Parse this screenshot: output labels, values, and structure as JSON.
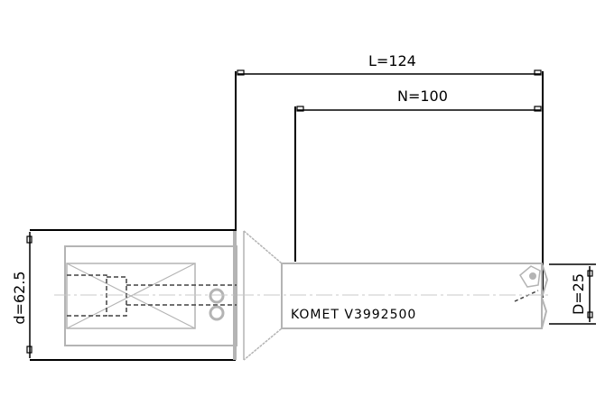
{
  "drawing": {
    "type": "technical-drawing",
    "subject": "indexable drill with cylindrical shank",
    "engraving": "KOMET V3992500",
    "dimensions": {
      "overall_length": {
        "label": "L=124",
        "value": 124
      },
      "usable_length": {
        "label": "N=100",
        "value": 100
      },
      "shank_diameter": {
        "label": "d=62.5",
        "value": 62.5
      },
      "drill_diameter": {
        "label": "D=25",
        "value": 25
      }
    },
    "colors": {
      "outline": "#000000",
      "body": "#b4b4b4",
      "hidden_lines": "#404040",
      "centerline": "#c8c8c8"
    }
  }
}
